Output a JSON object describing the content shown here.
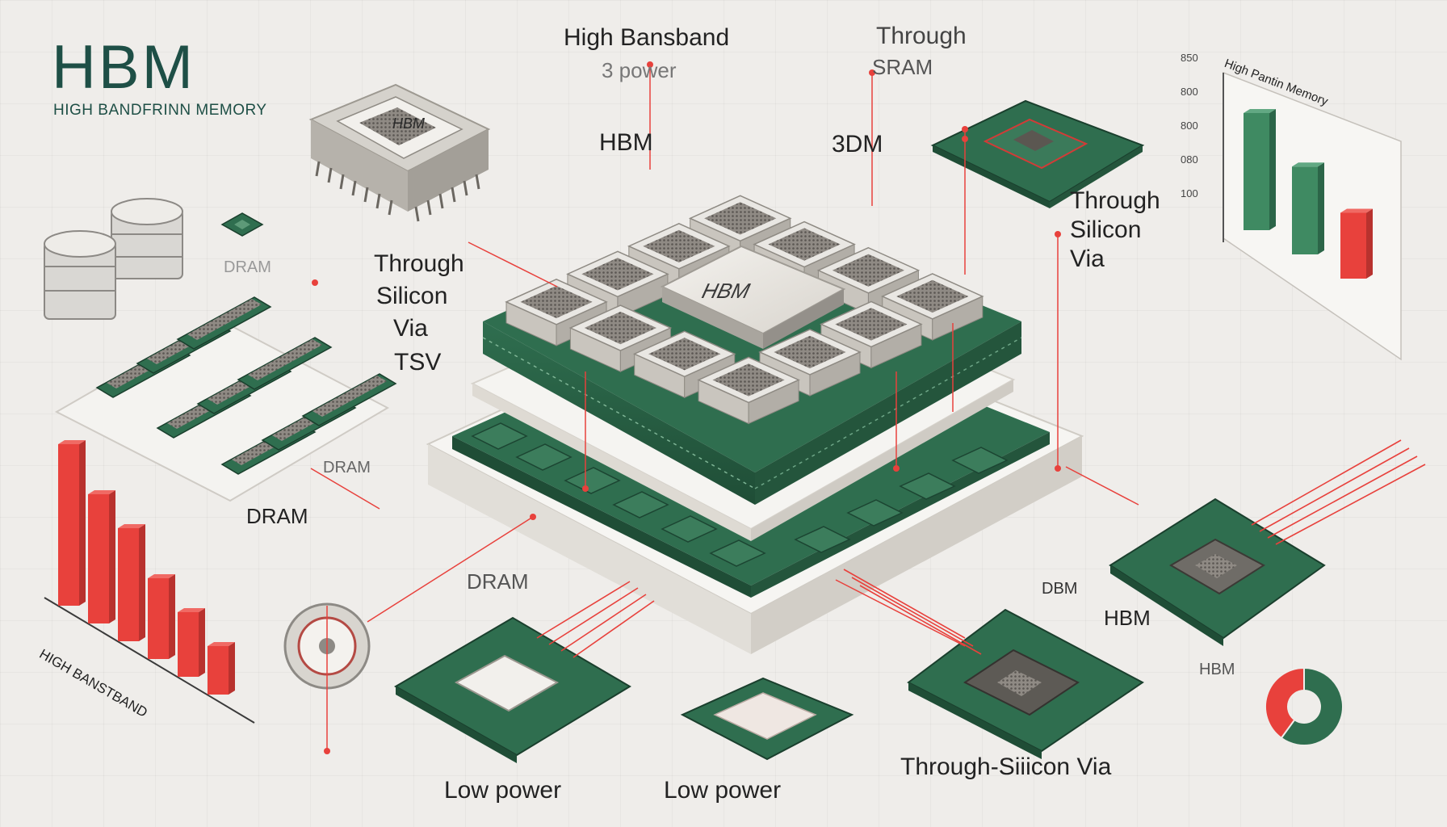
{
  "title": {
    "main": "HBM",
    "sub": "HIGH BANDFRINN MEMORY"
  },
  "labels": {
    "high_bandwidth_top": "High Bansband",
    "three_d_power": "3 power",
    "through_top": "Through",
    "sram_top": "SRAM",
    "hbm_upper": "HBM",
    "three_dm": "3DM",
    "through_silicon_via_right_1": "Through",
    "through_silicon_via_right_2": "Silicon",
    "through_silicon_via_right_3": "Via",
    "through_left_1": "Through",
    "through_left_2": "Silicon",
    "through_left_3": "Via",
    "tsv_left": "TSV",
    "dram_small": "DRAM",
    "dram_mid": "DRAM",
    "dram_left": "DRAM",
    "dram_lower": "DRAM",
    "dbm": "DBM",
    "hbm_lower_right": "HBM",
    "hbm_far_right": "HBM",
    "through_silicon_via_bottom": "Through-Siiicon Via",
    "low_power_1": "Low power",
    "low_power_2": "Low power",
    "chip_center": "HBM",
    "chip_top_left": "HBM",
    "left_chart_label": "HIGH BANSTBAND",
    "right_chart_label": "High Pantin Memory",
    "right_chart_ticks": [
      "850",
      "800",
      "800",
      "080",
      "100"
    ]
  },
  "colors": {
    "pcb_green": "#2f6e4f",
    "pcb_dark": "#24553c",
    "accent_red": "#e8413c",
    "chip_gray": "#b9b6b0",
    "bar_green": "#3f8a62",
    "title_teal": "#1e4f46"
  },
  "chart_data": [
    {
      "type": "bar",
      "values": [
        10,
        8,
        7,
        5,
        4,
        3
      ],
      "title": "",
      "xlabel": "HIGH BANSTBAND",
      "ylabel": "",
      "colors": [
        "#e8413c"
      ]
    },
    {
      "type": "bar",
      "values": [
        8,
        6,
        4.5
      ],
      "title": "High Pantin Memory",
      "ytick_labels": [
        "850",
        "800",
        "800",
        "080",
        "100"
      ],
      "colors": [
        "#3f8a62",
        "#3f8a62",
        "#e8413c"
      ]
    },
    {
      "type": "pie",
      "values": [
        60,
        40
      ],
      "colors": [
        "#2f6e4f",
        "#e8413c"
      ]
    }
  ]
}
